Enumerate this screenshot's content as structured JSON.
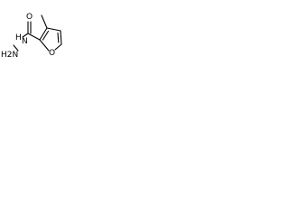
{
  "molecule": {
    "atoms": {
      "carbonyl_oxygen": "O",
      "ring_oxygen": "O",
      "amide_nitrogen": "N",
      "amide_hydrogen": "H",
      "terminal_amine": "H2N"
    }
  }
}
